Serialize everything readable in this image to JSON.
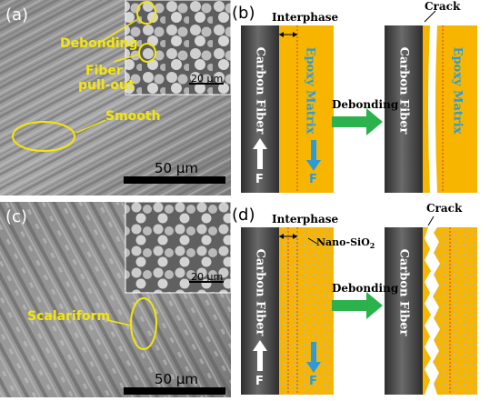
{
  "panel_a": {
    "letter": "(a)",
    "labels": {
      "debonding": "Debonding",
      "fiber_line1": "Fiber",
      "fiber_line2": "pull-out",
      "smooth": "Smooth"
    },
    "inset_scale": "20 μm",
    "main_scale": "50 μm"
  },
  "panel_b": {
    "letter": "(b)",
    "interphase": "Interphase",
    "carbon_fiber": "Carbon Fiber",
    "epoxy_matrix": "Epoxy Matrix",
    "force": "F",
    "arrow_label": "Debonding",
    "crack": "Crack",
    "carbon_fiber_after": "Carbon Fiber",
    "epoxy_matrix_after": "Epoxy Matrix"
  },
  "panel_c": {
    "letter": "(c)",
    "labels": {
      "scalariform": "Scalariform"
    },
    "inset_scale": "20 μm",
    "main_scale": "50 μm"
  },
  "panel_d": {
    "letter": "(d)",
    "interphase": "Interphase",
    "nano_prefix": "Nano-SiO",
    "nano_sub": "2",
    "carbon_fiber": "Carbon Fiber",
    "force": "F",
    "arrow_label": "Debonding",
    "crack": "Crack",
    "carbon_fiber_after": "Carbon Fiber"
  },
  "colors": {
    "fiber_dark": "#4a4a4a",
    "epoxy": "#f7b500",
    "annotation_yellow": "#f5e60a",
    "force_blue": "#2e9bd6",
    "arrow_green": "#2bb24c",
    "interphase_red": "#d23c3c",
    "nano_particle": "#b9b9a8"
  }
}
